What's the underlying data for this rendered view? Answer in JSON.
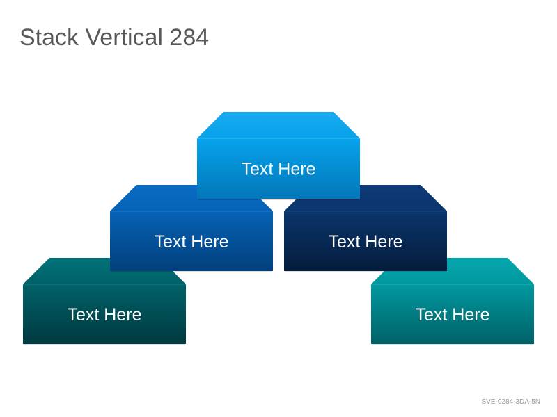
{
  "slide": {
    "title": "Stack Vertical 284",
    "code": "SVE-0284-3DA-5N"
  },
  "blocks": [
    {
      "id": "top",
      "label": "Text Here",
      "top_color": "#1aaaf0",
      "front_top": "#06a3ec",
      "front_bottom": "#0377b9",
      "edge": "#4cc3f7"
    },
    {
      "id": "middle-left",
      "label": "Text Here",
      "top_color": "#0a6bc4",
      "front_top": "#0662b6",
      "front_bottom": "#03407c",
      "edge": "#2a82d0"
    },
    {
      "id": "middle-right",
      "label": "Text Here",
      "top_color": "#0e3a78",
      "front_top": "#0b356d",
      "front_bottom": "#041c3c",
      "edge": "#23508c"
    },
    {
      "id": "bottom-left",
      "label": "Text Here",
      "top_color": "#03727a",
      "front_top": "#006168",
      "front_bottom": "#003a40",
      "edge": "#23868c"
    },
    {
      "id": "bottom-right",
      "label": "Text Here",
      "top_color": "#05a6ae",
      "front_top": "#01989f",
      "front_bottom": "#006267",
      "edge": "#3fbcc2"
    }
  ]
}
